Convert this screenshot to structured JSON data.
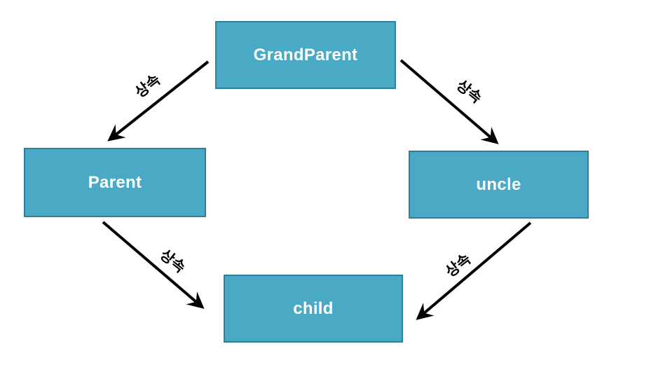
{
  "diagram": {
    "title": "inheritance-diagram",
    "colors": {
      "node_fill": "#4aaac6",
      "node_border": "#2e7f99",
      "node_text": "#ffffff",
      "arrow": "#000000",
      "edge_label_text": "#000000",
      "background": "#ffffff"
    },
    "nodes": [
      {
        "id": "grandparent",
        "label": "GrandParent"
      },
      {
        "id": "parent",
        "label": "Parent"
      },
      {
        "id": "uncle",
        "label": "uncle"
      },
      {
        "id": "child",
        "label": "child"
      }
    ],
    "edges": [
      {
        "from": "GrandParent",
        "to": "Parent",
        "label": "상속"
      },
      {
        "from": "GrandParent",
        "to": "uncle",
        "label": "상속"
      },
      {
        "from": "Parent",
        "to": "child",
        "label": "상속"
      },
      {
        "from": "uncle",
        "to": "child",
        "label": "상속"
      }
    ]
  }
}
